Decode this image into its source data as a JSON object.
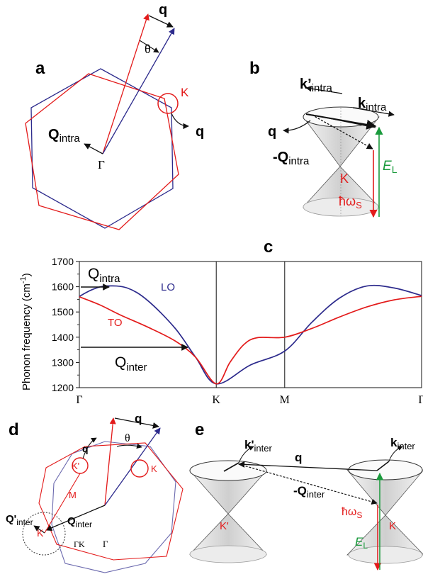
{
  "colors": {
    "red": "#e31b1b",
    "blue": "#2c2a8c",
    "green": "#1a9a3c",
    "black": "#111111",
    "gray": "#555555"
  },
  "panel_a": {
    "letter": "a",
    "q_top": "q",
    "theta": "θ",
    "K": "K",
    "q_right": "q",
    "Q": "Q",
    "Q_sub": "intra",
    "Gamma": "Γ"
  },
  "panel_b": {
    "letter": "b",
    "kp": "k’",
    "kp_sub": "intra",
    "k": "k",
    "k_sub": "intra",
    "q": "q",
    "mQ": "-Q",
    "mQ_sub": "intra",
    "K": "K",
    "EL": "E",
    "EL_sub": "L",
    "hw": "ħω",
    "hw_sub": "S"
  },
  "panel_c": {
    "letter": "c",
    "ylabel": "Phonon frequency (cm",
    "ylabel_sup": "-1",
    "ylabel_end": ")",
    "Q_intra": "Q",
    "Q_intra_sub": "intra",
    "Q_inter": "Q",
    "Q_inter_sub": "inter",
    "LO": "LO",
    "TO": "TO"
  },
  "panel_d": {
    "letter": "d",
    "q_top": "q",
    "theta": "θ",
    "q_mid": "q",
    "Kp": "K'",
    "K_right": "K",
    "Qp": "Q'",
    "Qp_sub": "inter",
    "M": "M",
    "Q": "Q",
    "Q_sub": "inter",
    "K_left": "K",
    "GammaK": "ΓK",
    "Gamma": "Γ"
  },
  "panel_e": {
    "letter": "e",
    "kp": "k'",
    "kp_sub": "inter",
    "q": "q",
    "k": "k",
    "k_sub": "inter",
    "mQ": "-Q",
    "mQ_sub": "inter",
    "hw": "ħω",
    "hw_sub": "S",
    "Kp": "K'",
    "K": "K",
    "EL": "E",
    "EL_sub": "L"
  },
  "chart_data": {
    "type": "line",
    "title": "",
    "ylabel": "Phonon frequency (cm-1)",
    "xlabel": "",
    "ylim": [
      1200,
      1700
    ],
    "yticks": [
      1200,
      1300,
      1400,
      1500,
      1600,
      1700
    ],
    "xticks": [
      "Γ",
      "K",
      "M",
      "Γ"
    ],
    "x_tick_positions": [
      0,
      1,
      1.5,
      2.5
    ],
    "legend": "none",
    "series": [
      {
        "name": "LO",
        "color": "#2c2a8c",
        "x": [
          0,
          0.1,
          0.2,
          0.35,
          0.5,
          0.7,
          0.85,
          1.0,
          1.25,
          1.5,
          1.7,
          1.9,
          2.1,
          2.3,
          2.5
        ],
        "values": [
          1562,
          1590,
          1603,
          1595,
          1545,
          1435,
          1320,
          1215,
          1290,
          1345,
          1460,
          1555,
          1603,
          1595,
          1565
        ]
      },
      {
        "name": "TO",
        "color": "#e31b1b",
        "x": [
          0,
          0.15,
          0.3,
          0.5,
          0.7,
          0.85,
          1.0,
          1.1,
          1.2,
          1.3,
          1.5,
          1.7,
          1.9,
          2.1,
          2.3,
          2.5
        ],
        "values": [
          1560,
          1528,
          1488,
          1440,
          1385,
          1320,
          1215,
          1300,
          1370,
          1398,
          1400,
          1435,
          1480,
          1520,
          1548,
          1562
        ]
      }
    ],
    "annotations": [
      {
        "text": "Qintra",
        "y": 1600
      },
      {
        "text": "Qinter",
        "y": 1365
      }
    ]
  }
}
